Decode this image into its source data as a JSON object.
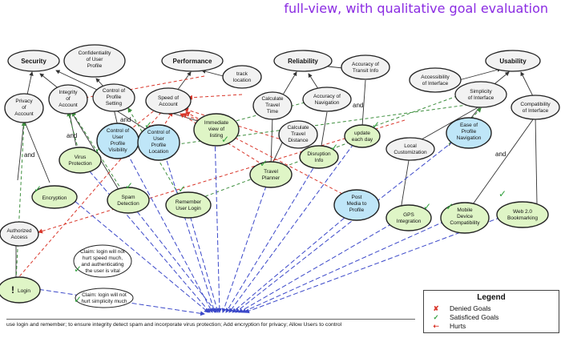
{
  "title": "full-view, with qualitative  goal evaluation",
  "softgoals": {
    "security": "Security",
    "confidentiality": [
      "Confidentiality",
      "of User",
      "Profile"
    ],
    "performance": "Performance",
    "reliability": "Reliability",
    "accuracy_transit": [
      "Accuracy of",
      "Transit Info"
    ],
    "usability": "Usability",
    "privacy": [
      "Privacy",
      "of",
      "Account"
    ],
    "integrity": [
      "Integrity",
      "of",
      "Account"
    ],
    "control_profile": [
      "Control of",
      "Profile",
      "Setting"
    ],
    "speed": [
      "Speed of",
      "Account"
    ],
    "track_location": [
      "track",
      "location"
    ],
    "calc_time": [
      "Calculate",
      "Travel",
      "Time"
    ],
    "accuracy_nav": [
      "Accuracy of",
      "Navigation"
    ],
    "calc_distance": [
      "Calculate",
      "Travel",
      "Distance"
    ],
    "accessibility": [
      "Accessibility",
      "of Interface"
    ],
    "simplicity": [
      "Simplicity",
      "of Interface"
    ],
    "compatibility": [
      "Compatibility",
      "of Interface"
    ],
    "local_custom": [
      "Local",
      "Customization"
    ],
    "authorized": [
      "Authorized",
      "Access"
    ]
  },
  "operationalizations": {
    "virus": [
      "Virus",
      "Protection"
    ],
    "encryption": [
      "Encryption"
    ],
    "control_visibility": [
      "Control of",
      "User",
      "Profile",
      "Visibility"
    ],
    "control_location": [
      "Control of",
      "User",
      "Profile",
      "Location"
    ],
    "immediate_view": [
      "Immediate",
      "view of",
      "listing"
    ],
    "spam": [
      "Spam",
      "Detection"
    ],
    "remember_login": [
      "Remember",
      "User Login"
    ],
    "travel_planner": [
      "Travel",
      "Planner"
    ],
    "disruption": [
      "Disruption",
      "Info"
    ],
    "update_day": [
      "update",
      "each day"
    ],
    "ease_nav": [
      "Ease of",
      "Profile",
      "Navigation"
    ],
    "post_media": [
      "Post",
      "Media to",
      "Profile"
    ],
    "gps": [
      "GPS",
      "Integration"
    ],
    "mobile": [
      "Mobile",
      "Device",
      "Compatibility"
    ],
    "web20": [
      "Web 2.0",
      "Bookmarking"
    ],
    "login": "Login"
  },
  "claims": {
    "claim1": [
      "Claim: login will not",
      "hurt speed much,",
      "and authenticating",
      "the user is vital"
    ],
    "claim2": [
      "Claim: login will not",
      "hurt simplicity much"
    ]
  },
  "and_label": "and",
  "check_mark": "✓",
  "denied_mark": "✘",
  "login_mark": "!",
  "legend": {
    "title": "Legend",
    "items": [
      {
        "symbol": "✘",
        "label": "Denied Goals",
        "color": "#d9372b"
      },
      {
        "symbol": "✓",
        "label": "Satisficed Goals",
        "color": "#2e9e3a"
      },
      {
        "symbol": "⇠",
        "label": "Hurts",
        "color": "#d9372b"
      }
    ]
  },
  "footnote": "use login and remember; to ensure integrity detect spam and incorporate virus protection; Add  encryption for privacy; Allow Users to control",
  "colors": {
    "title": "#8a2be2",
    "satisfied_fill": "#dff5c6",
    "blue_fill": "#bfe6f8",
    "hurts": "#d9372b",
    "helps": "#3e8f3e",
    "trace": "#3b48c9"
  }
}
